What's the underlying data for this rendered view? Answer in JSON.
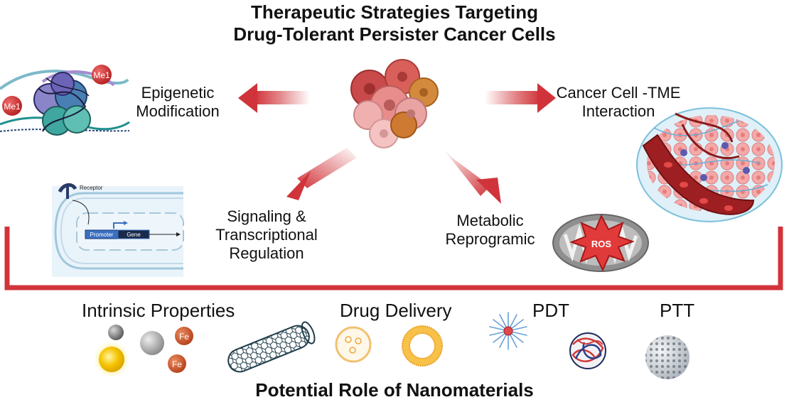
{
  "title": {
    "line1": "Therapeutic Strategies Targeting",
    "line2": "Drug-Tolerant Persister Cancer Cells"
  },
  "strategies": {
    "epigenetic": {
      "line1": "Epigenetic",
      "line2": "Modification",
      "mark": "Me1"
    },
    "tme": {
      "line1": "Cancer Cell -TME",
      "line2": "Interaction"
    },
    "signaling": {
      "line1": "Signaling &",
      "line2": "Transcriptional",
      "line3": "Regulation",
      "receptor": "Receptor",
      "promoter": "Promoter",
      "gene": "Gene"
    },
    "metabolic": {
      "line1": "Metabolic",
      "line2": "Reprogramic",
      "ros": "ROS"
    }
  },
  "nanomaterials": {
    "intrinsic": "Intrinsic Properties",
    "drug_delivery": "Drug Delivery",
    "pdt": "PDT",
    "ptt": "PTT",
    "fe": "Fe"
  },
  "footer": "Potential Role of Nanomaterials",
  "colors": {
    "accent_red": "#d0343a",
    "text": "#111111"
  }
}
